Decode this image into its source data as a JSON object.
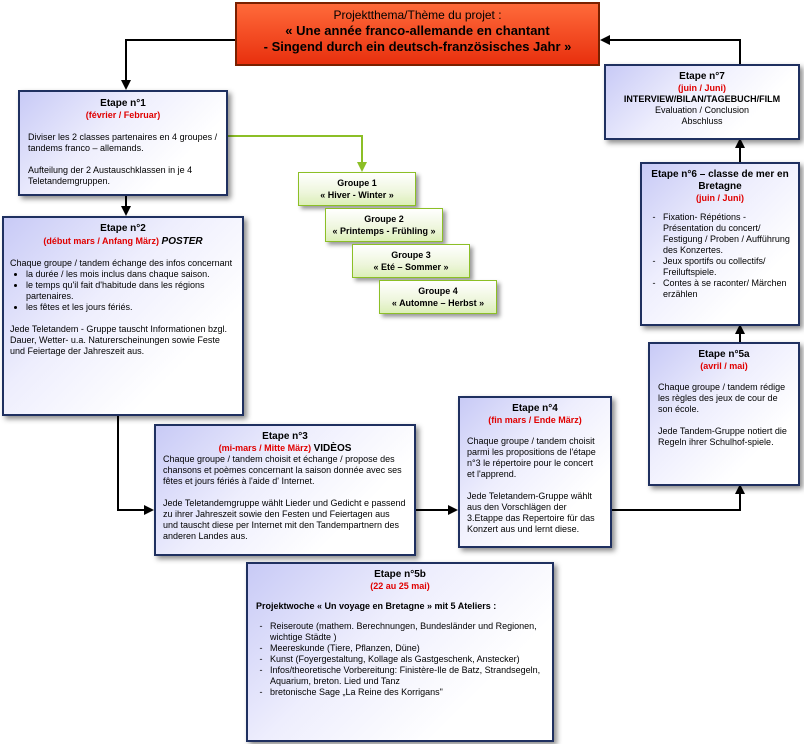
{
  "title": {
    "line1": "Projektthema/Thème du projet :",
    "line2": "« Une année franco-allemande en chantant",
    "line3": "- Singend durch ein deutsch-französisches Jahr »"
  },
  "etape1": {
    "head": "Etape n°1",
    "date": "(février / Februar)",
    "fr": "Diviser les 2 classes partenaires  en 4 groupes / tandems franco – allemands.",
    "de": "Aufteilung der 2 Austauschklassen in je 4 Teletandemgruppen."
  },
  "groups": [
    {
      "name": "Groupe 1",
      "season": "« Hiver - Winter »"
    },
    {
      "name": "Groupe 2",
      "season": "« Printemps - Frühling »"
    },
    {
      "name": "Groupe 3",
      "season": "« Eté – Sommer »"
    },
    {
      "name": "Groupe 4",
      "season": "« Automne – Herbst »"
    }
  ],
  "etape2": {
    "head": "Etape n°2",
    "date": "(début mars / Anfang März)",
    "tag": "POSTER",
    "intro": "Chaque groupe / tandem échange des infos concernant",
    "bullets": [
      "la durée / les mois inclus dans chaque saison.",
      "le temps qu'il fait d'habitude dans les régions partenaires.",
      "les fêtes et les jours fériés."
    ],
    "de": "Jede Teletandem - Gruppe tauscht Informationen bzgl. Dauer, Wetter- u.a. Naturerscheinungen sowie Feste und Feiertage der Jahreszeit aus."
  },
  "etape3": {
    "head": "Etape n°3",
    "date": "(mi-mars / Mitte März)",
    "tag": "VIDÈOS",
    "fr": "Chaque groupe / tandem choisit et échange / propose des chansons et poèmes concernant la saison donnée avec ses fêtes et jours fériés à l'aide d' Internet.",
    "de": "Jede Teletandemgruppe wählt Lieder und Gedicht e passend zu ihrer Jahreszeit sowie den Festen und Feiertagen aus und tauscht diese per Internet mit den Tandempartnern des anderen Landes aus."
  },
  "etape4": {
    "head": "Etape n°4",
    "date": "(fin mars / Ende März)",
    "fr": "Chaque groupe / tandem choisit parmi les propositions de l'étape n°3 le répertoire pour le concert et l'apprend.",
    "de": "Jede Teletandem-Gruppe wählt aus den Vorschlägen der 3.Etappe das Repertoire für das Konzert aus und lernt diese."
  },
  "etape5a": {
    "head": "Etape n°5a",
    "date": "(avril / mai)",
    "fr": "Chaque groupe / tandem rédige les règles des jeux de cour de son école.",
    "de": "Jede Tandem-Gruppe notiert die Regeln ihrer Schulhof-spiele."
  },
  "etape5b": {
    "head": "Etape n°5b",
    "date": "(22 au 25 mai)",
    "intro": "Projektwoche « Un voyage en Bretagne » mit 5 Ateliers :",
    "items": [
      "Reiseroute (mathem. Berechnungen, Bundesländer und Regionen, wichtige Städte )",
      "Meereskunde (Tiere, Pflanzen, Düne)",
      "Kunst (Foyergestaltung, Kollage als Gastgeschenk, Anstecker)",
      "Infos/theoretische Vorbereitung: Finistère-Ile de Batz, Strandsegeln, Aquarium, breton. Lied und Tanz",
      "bretonische Sage „La Reine des Korrigans\""
    ]
  },
  "etape6": {
    "head": "Etape n°6 – classe de mer en Bretagne",
    "date": "(juin / Juni)",
    "items": [
      "Fixation- Répétions - Présentation du concert/ Festigung / Proben / Aufführung des Konzertes.",
      "Jeux sportifs ou collectifs/ Freiluftspiele.",
      "Contes à se raconter/ Märchen erzählen"
    ]
  },
  "etape7": {
    "head": "Etape n°7",
    "date": "(juin / Juni)",
    "line1": "INTERVIEW/BILAN/TAGEBUCH/FILM",
    "line2": "Evaluation / Conclusion",
    "line3": "Abschluss"
  },
  "colors": {
    "title_bg": "#e8300e",
    "box_border": "#1f3060",
    "group_border": "#8cbf26",
    "date": "#e00000"
  }
}
